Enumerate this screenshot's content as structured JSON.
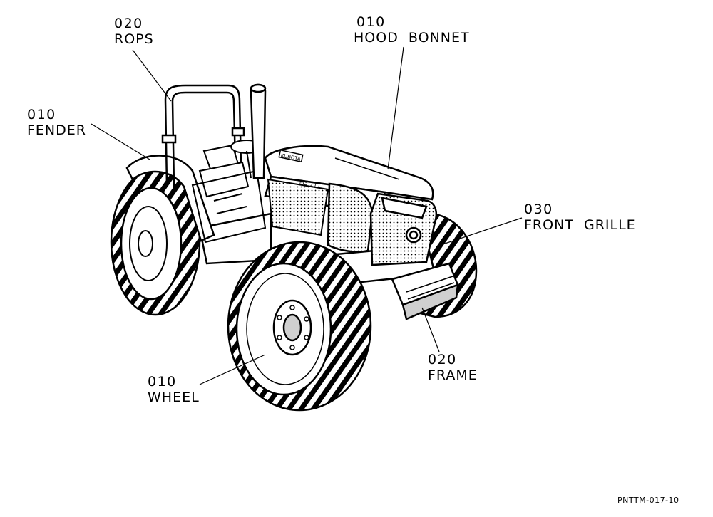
{
  "callouts": {
    "rops": {
      "code": "020",
      "name": "ROPS"
    },
    "hood_bonnet": {
      "code": "010",
      "name": "HOOD  BONNET"
    },
    "fender": {
      "code": "010",
      "name": "FENDER"
    },
    "front_grille": {
      "code": "030",
      "name": "FRONT  GRILLE"
    },
    "frame": {
      "code": "020",
      "name": "FRAME"
    },
    "wheel": {
      "code": "010",
      "name": "WHEEL"
    }
  },
  "figure_id": "PNTTM-017-10",
  "hood_badge": "KUBOTA",
  "model_badge": "M5-111",
  "colors": {
    "ink": "#000000",
    "paper": "#ffffff",
    "shade": "#cfcfcf"
  }
}
